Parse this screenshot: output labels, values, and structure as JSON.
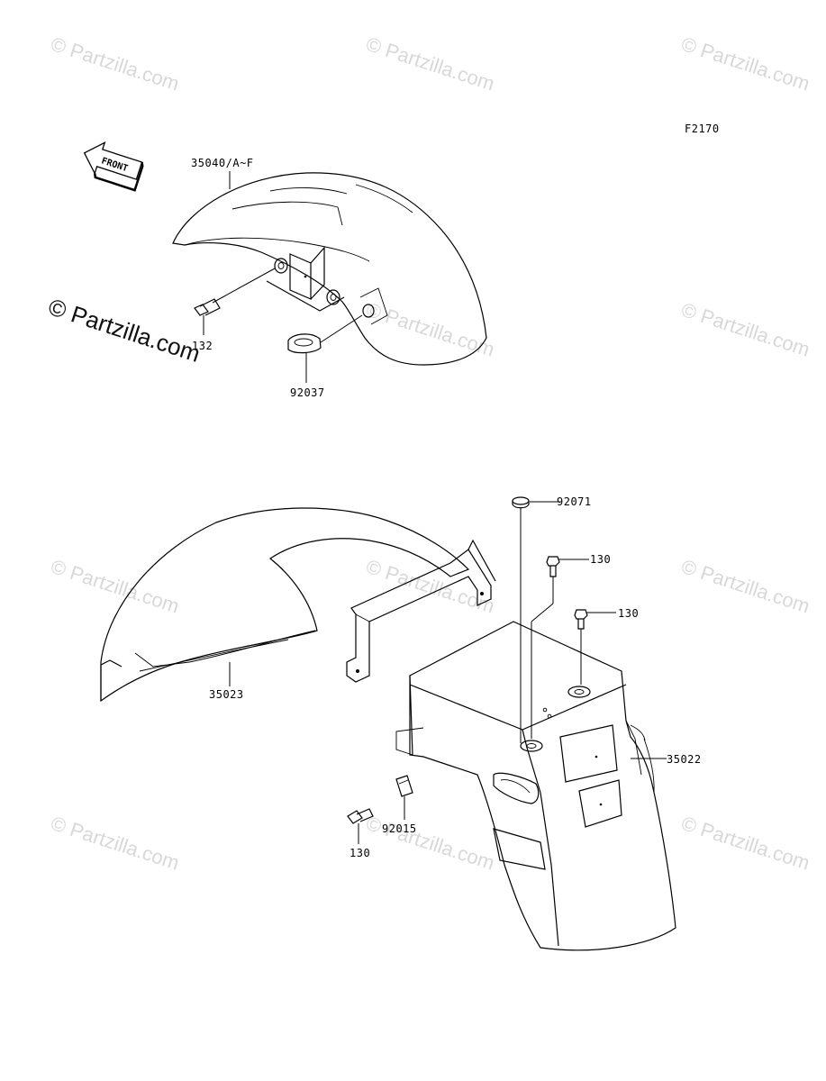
{
  "figure_code": "F2170",
  "front_arrow": {
    "text": "FRONT"
  },
  "watermark": {
    "text": "© Partzilla.com",
    "main_text": "© Partzilla.com"
  },
  "callouts": {
    "front_fender": "35040/A~F",
    "front_bolt": "132",
    "front_clamp": "92037",
    "rear_fender": "35023",
    "cap": "92071",
    "bolt_upper_1": "130",
    "bolt_upper_2": "130",
    "license_holder": "35022",
    "clip_nut": "92015",
    "bolt_lower": "130"
  }
}
